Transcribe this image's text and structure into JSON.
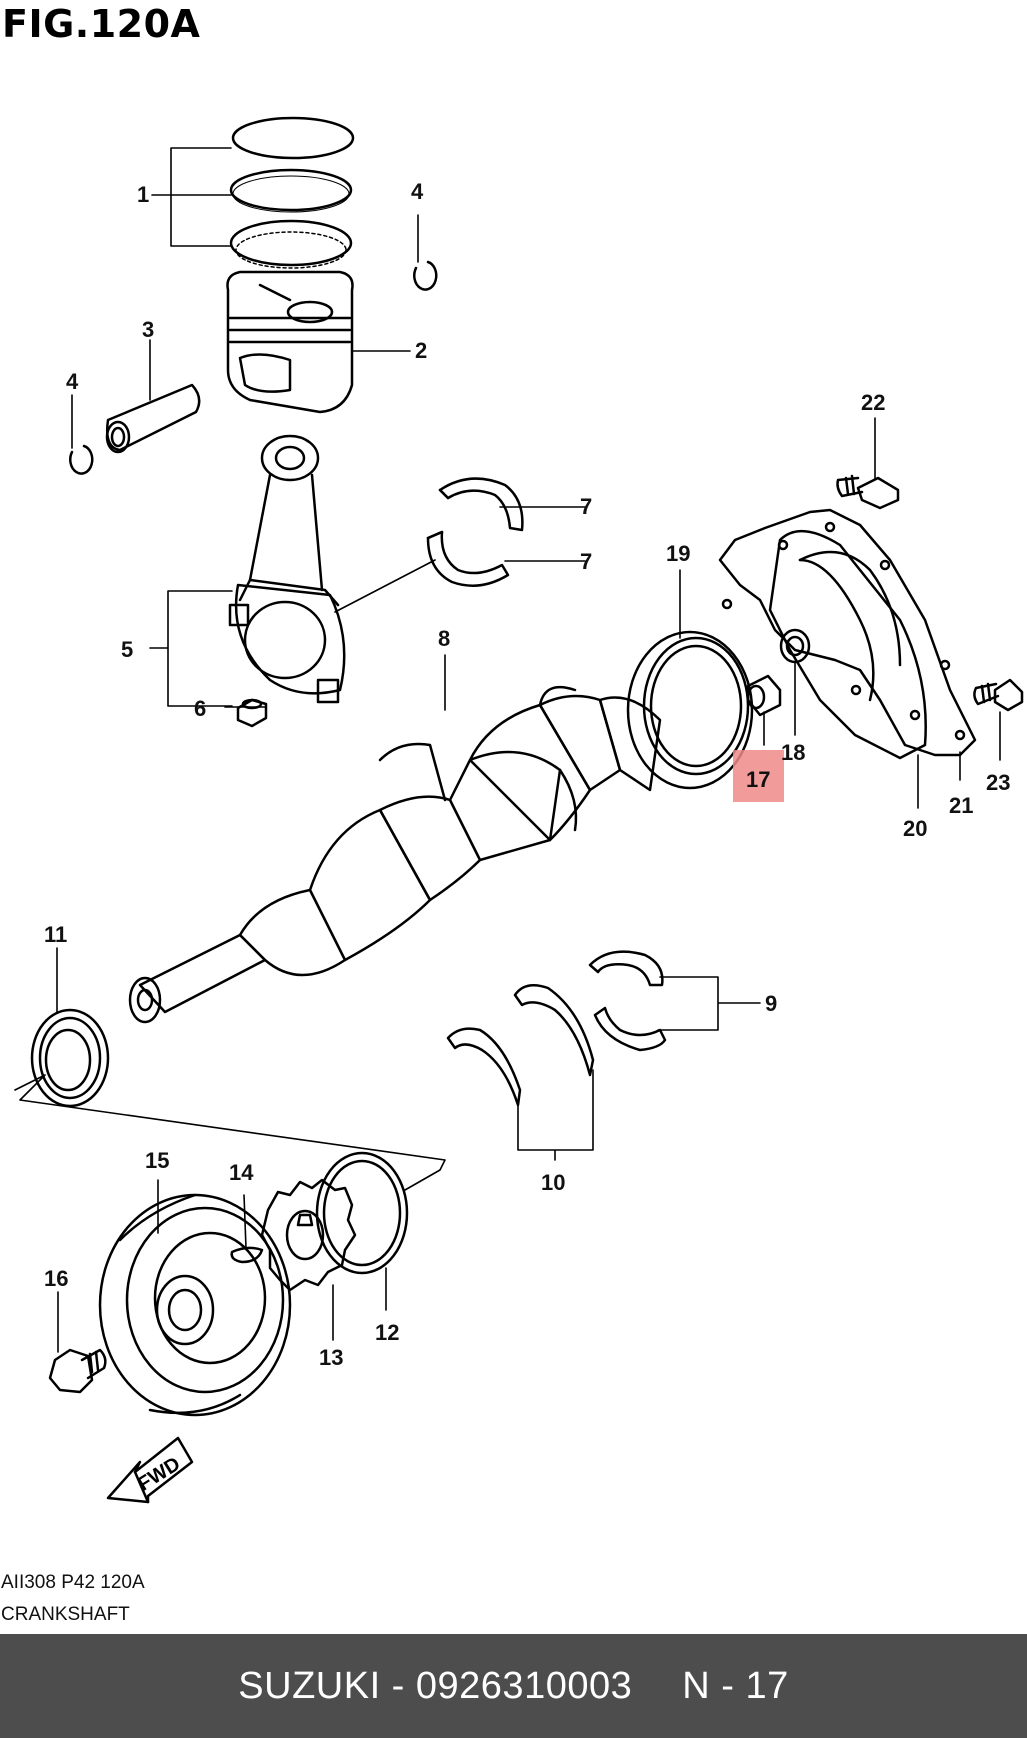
{
  "figure": {
    "title": "FIG.120A",
    "ref_code": "AII308 P42 120A",
    "name": "CRANKSHAFT"
  },
  "callouts": [
    {
      "id": "1",
      "text": "1"
    },
    {
      "id": "2",
      "text": "2"
    },
    {
      "id": "3",
      "text": "3"
    },
    {
      "id": "4a",
      "text": "4"
    },
    {
      "id": "4b",
      "text": "4"
    },
    {
      "id": "5",
      "text": "5"
    },
    {
      "id": "6",
      "text": "6"
    },
    {
      "id": "7a",
      "text": "7"
    },
    {
      "id": "7b",
      "text": "7"
    },
    {
      "id": "8",
      "text": "8"
    },
    {
      "id": "9",
      "text": "9"
    },
    {
      "id": "10",
      "text": "10"
    },
    {
      "id": "11",
      "text": "11"
    },
    {
      "id": "12",
      "text": "12"
    },
    {
      "id": "13",
      "text": "13"
    },
    {
      "id": "14",
      "text": "14"
    },
    {
      "id": "15",
      "text": "15"
    },
    {
      "id": "16",
      "text": "16"
    },
    {
      "id": "17",
      "text": "17",
      "highlighted": true
    },
    {
      "id": "18",
      "text": "18"
    },
    {
      "id": "19",
      "text": "19"
    },
    {
      "id": "20",
      "text": "20"
    },
    {
      "id": "21",
      "text": "21"
    },
    {
      "id": "22",
      "text": "22"
    },
    {
      "id": "23",
      "text": "23"
    }
  ],
  "fwd_marker": "FWD",
  "highlight_color": "#f08a8a",
  "footer": {
    "brand_part": "SUZUKI - 0926310003",
    "position": "N - 17"
  }
}
